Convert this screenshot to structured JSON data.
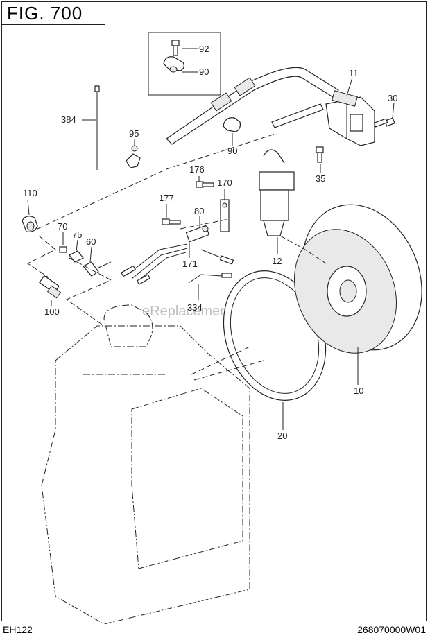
{
  "figure": {
    "title": "FIG. 700",
    "model": "EH122",
    "drawing_number": "268070000W01",
    "watermark": "eReplacementParts.com"
  },
  "callouts": [
    {
      "id": "92",
      "label": "92"
    },
    {
      "id": "90a",
      "label": "90"
    },
    {
      "id": "11",
      "label": "11"
    },
    {
      "id": "30",
      "label": "30"
    },
    {
      "id": "384",
      "label": "384"
    },
    {
      "id": "95",
      "label": "95"
    },
    {
      "id": "90b",
      "label": "90"
    },
    {
      "id": "176",
      "label": "176"
    },
    {
      "id": "170",
      "label": "170"
    },
    {
      "id": "35",
      "label": "35"
    },
    {
      "id": "110",
      "label": "110"
    },
    {
      "id": "177",
      "label": "177"
    },
    {
      "id": "80",
      "label": "80"
    },
    {
      "id": "70",
      "label": "70"
    },
    {
      "id": "75",
      "label": "75"
    },
    {
      "id": "60",
      "label": "60"
    },
    {
      "id": "12",
      "label": "12"
    },
    {
      "id": "171",
      "label": "171"
    },
    {
      "id": "100",
      "label": "100"
    },
    {
      "id": "334",
      "label": "334"
    },
    {
      "id": "10",
      "label": "10"
    },
    {
      "id": "20",
      "label": "20"
    }
  ]
}
